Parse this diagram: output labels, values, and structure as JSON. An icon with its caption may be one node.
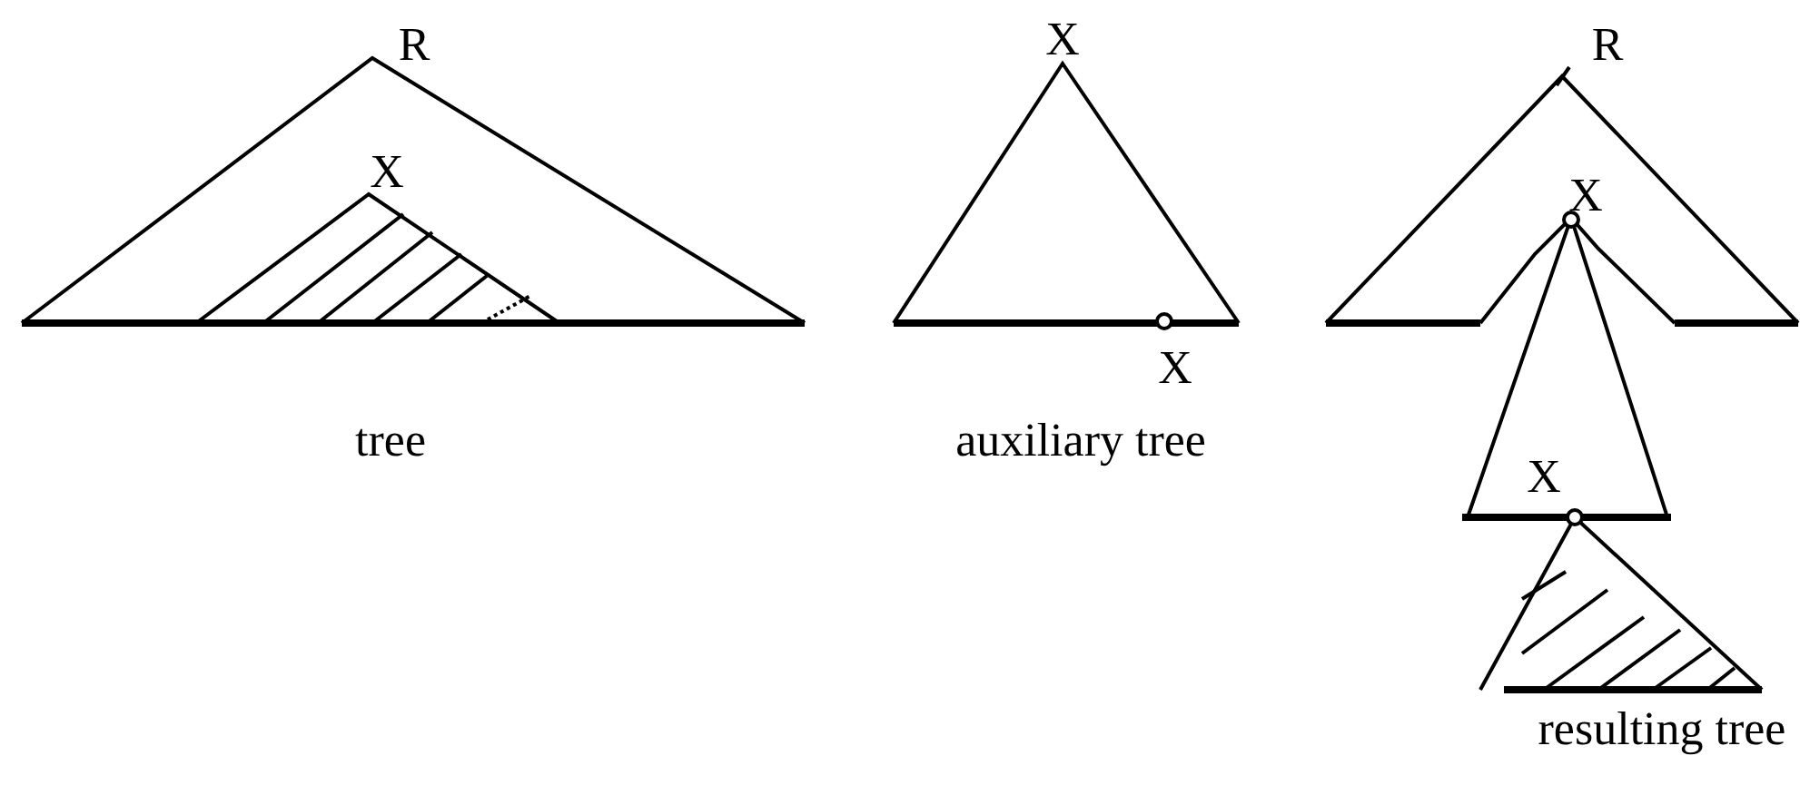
{
  "diagram": {
    "labels": [
      "R",
      "X",
      "R",
      "X",
      "X",
      "X",
      "tree",
      "auxiliary tree",
      "X",
      "resulting tree"
    ]
  }
}
